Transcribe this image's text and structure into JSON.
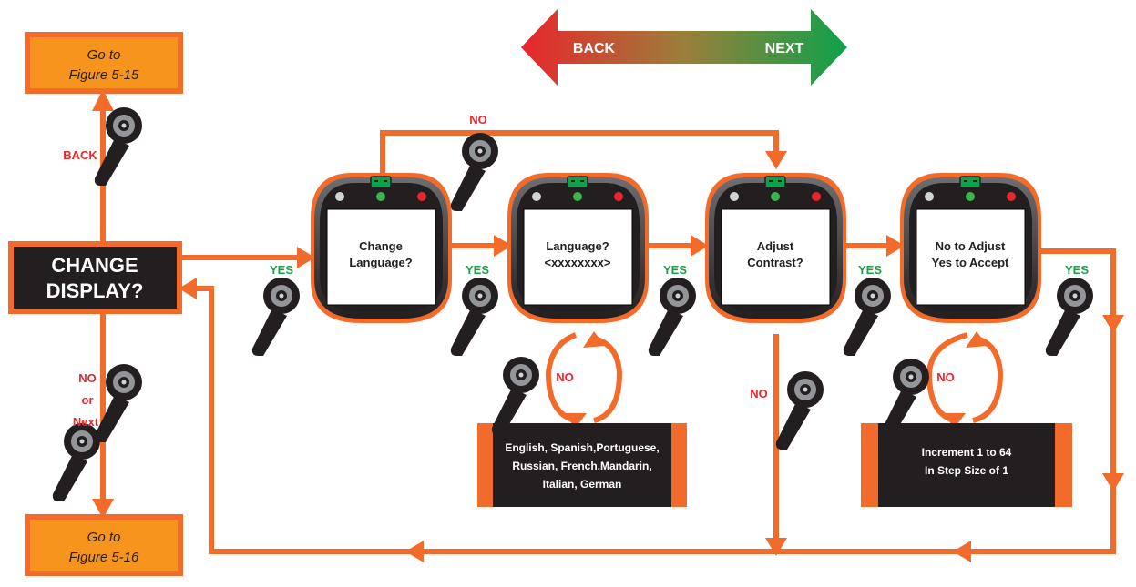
{
  "nav_arrow": {
    "back": "BACK",
    "next": "NEXT"
  },
  "goto_top": [
    "Go to",
    "Figure 5-15"
  ],
  "goto_bottom": [
    "Go to",
    "Figure 5-16"
  ],
  "main_box": [
    "CHANGE",
    "DISPLAY?"
  ],
  "labels": {
    "back": "BACK",
    "no_top": "NO",
    "yes1": "YES",
    "yes2": "YES",
    "yes3": "YES",
    "yes4": "YES",
    "yes5": "YES",
    "no_left": [
      "NO",
      "or",
      "Next"
    ],
    "no_loop1": "NO",
    "no_down": "NO",
    "no_loop2": "NO"
  },
  "screens": [
    [
      "Change",
      "Language?"
    ],
    [
      "Language?",
      "<xxxxxxxx>"
    ],
    [
      "Adjust",
      "Contrast?"
    ],
    [
      "No to Adjust",
      "Yes to Accept"
    ]
  ],
  "language_box": [
    "English, Spanish,Portuguese,",
    "Russian, French,Mandarin,",
    "Italian, German"
  ],
  "contrast_box": [
    "Increment 1 to 64",
    "In Step Size of 1"
  ],
  "colors": {
    "orange": "#f26b2a",
    "gold": "#f7941d",
    "red": "#e8262c",
    "green": "#1f9e48",
    "dark": "#231f20"
  }
}
